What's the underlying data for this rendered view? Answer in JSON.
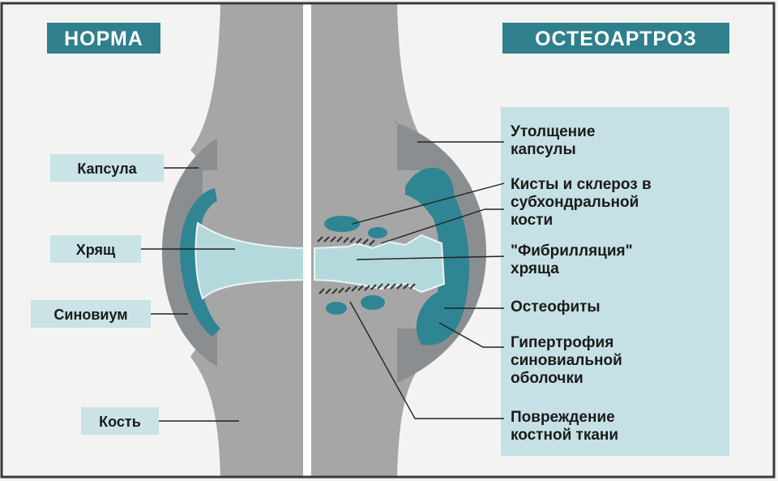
{
  "headers": {
    "left": "НОРМА",
    "right": "ОСТЕОАРТРОЗ"
  },
  "left_labels": {
    "capsule": "Капсула",
    "cartilage": "Хрящ",
    "synovium": "Синовиум",
    "bone": "Кость"
  },
  "right_labels": {
    "capsule_thickening": [
      "Утолщение",
      "капсулы"
    ],
    "cysts": [
      "Кисты и склероз в",
      "субхондральной",
      "кости"
    ],
    "fibrillation": [
      "\"Фибрилляция\"",
      "хряща"
    ],
    "osteophytes": [
      "Остеофиты"
    ],
    "synovial_hypertrophy": [
      "Гипертрофия",
      "синовиальной",
      "оболочки"
    ],
    "bone_damage": [
      "Повреждение",
      "костной ткани"
    ]
  },
  "colors": {
    "frame": "#3a3a3a",
    "header_bg": "#2f7f8c",
    "label_bg": "#c9e3e6",
    "panel_bg": "#c6e1e5",
    "bone": "#a6a6a6",
    "capsule": "#8b8e91",
    "synovium": "#2f8593",
    "cartilage": "#b4d9dd",
    "divider": "#ffffff"
  }
}
